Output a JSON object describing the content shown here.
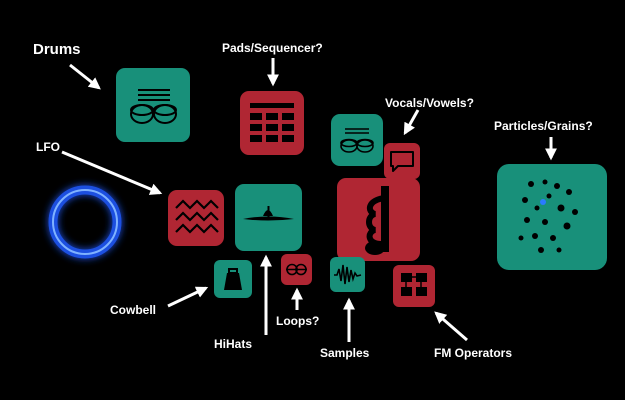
{
  "labels": {
    "drums": "Drums",
    "pads": "Pads/Sequencer?",
    "vocals": "Vocals/Vowels?",
    "particles": "Particles/Grains?",
    "lfo": "LFO",
    "cowbell": "Cowbell",
    "hihats": "HiHats",
    "loops": "Loops?",
    "samples": "Samples",
    "fm": "FM Operators"
  },
  "colors": {
    "background": "#000000",
    "teal": "#18907a",
    "red": "#b02633",
    "ring": "#2a6bff",
    "text": "#ffffff"
  },
  "icons": [
    "drums-icon",
    "pads-sequencer-icon",
    "drums-small-icon",
    "vocals-speech-icon",
    "music-note-icon",
    "particles-icon",
    "lfo-wave-icon",
    "cymbal-icon",
    "cowbell-icon",
    "loops-icon",
    "samples-waveform-icon",
    "fm-operators-icon",
    "ring-icon"
  ]
}
